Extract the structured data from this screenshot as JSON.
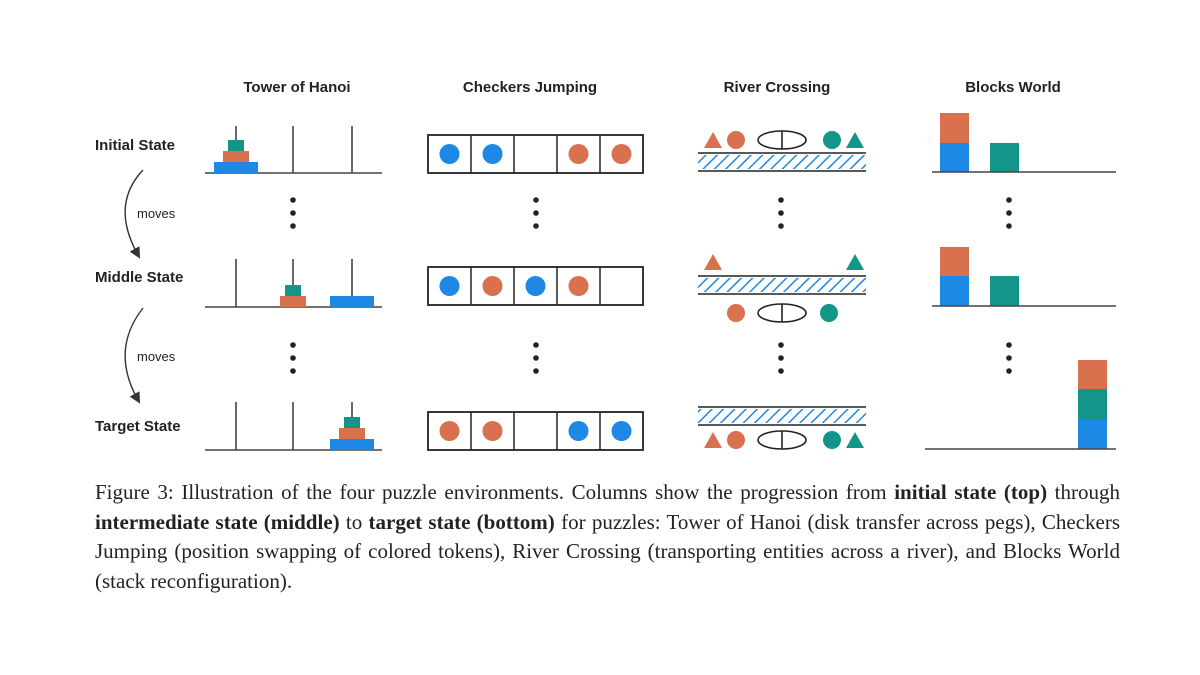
{
  "columns": {
    "hanoi": "Tower of Hanoi",
    "checkers": "Checkers Jumping",
    "river": "River Crossing",
    "blocks": "Blocks World"
  },
  "rows": {
    "initial": "Initial State",
    "middle": "Middle State",
    "target": "Target State"
  },
  "moves_label": "moves",
  "caption": {
    "label": "Figure 3:",
    "text_1": " Illustration of the four puzzle environments. Columns show the progression from ",
    "bold_1": "initial state (top)",
    "text_2": " through ",
    "bold_2": "intermediate state (middle)",
    "text_3": " to ",
    "bold_3": "target state (bottom)",
    "text_4": " for puzzles: Tower of Hanoi (disk transfer across pegs), Checkers Jumping (position swapping of colored tokens), River Crossing (transporting entities across a river), and Blocks World (stack reconfiguration)."
  },
  "colors": {
    "blue": "#1e88e5",
    "orange": "#d9714e",
    "teal": "#14958a",
    "line": "#444444"
  },
  "icons": [
    "triangle-icon",
    "circle-icon",
    "boat-icon",
    "river-hatch",
    "disk",
    "block",
    "token"
  ]
}
